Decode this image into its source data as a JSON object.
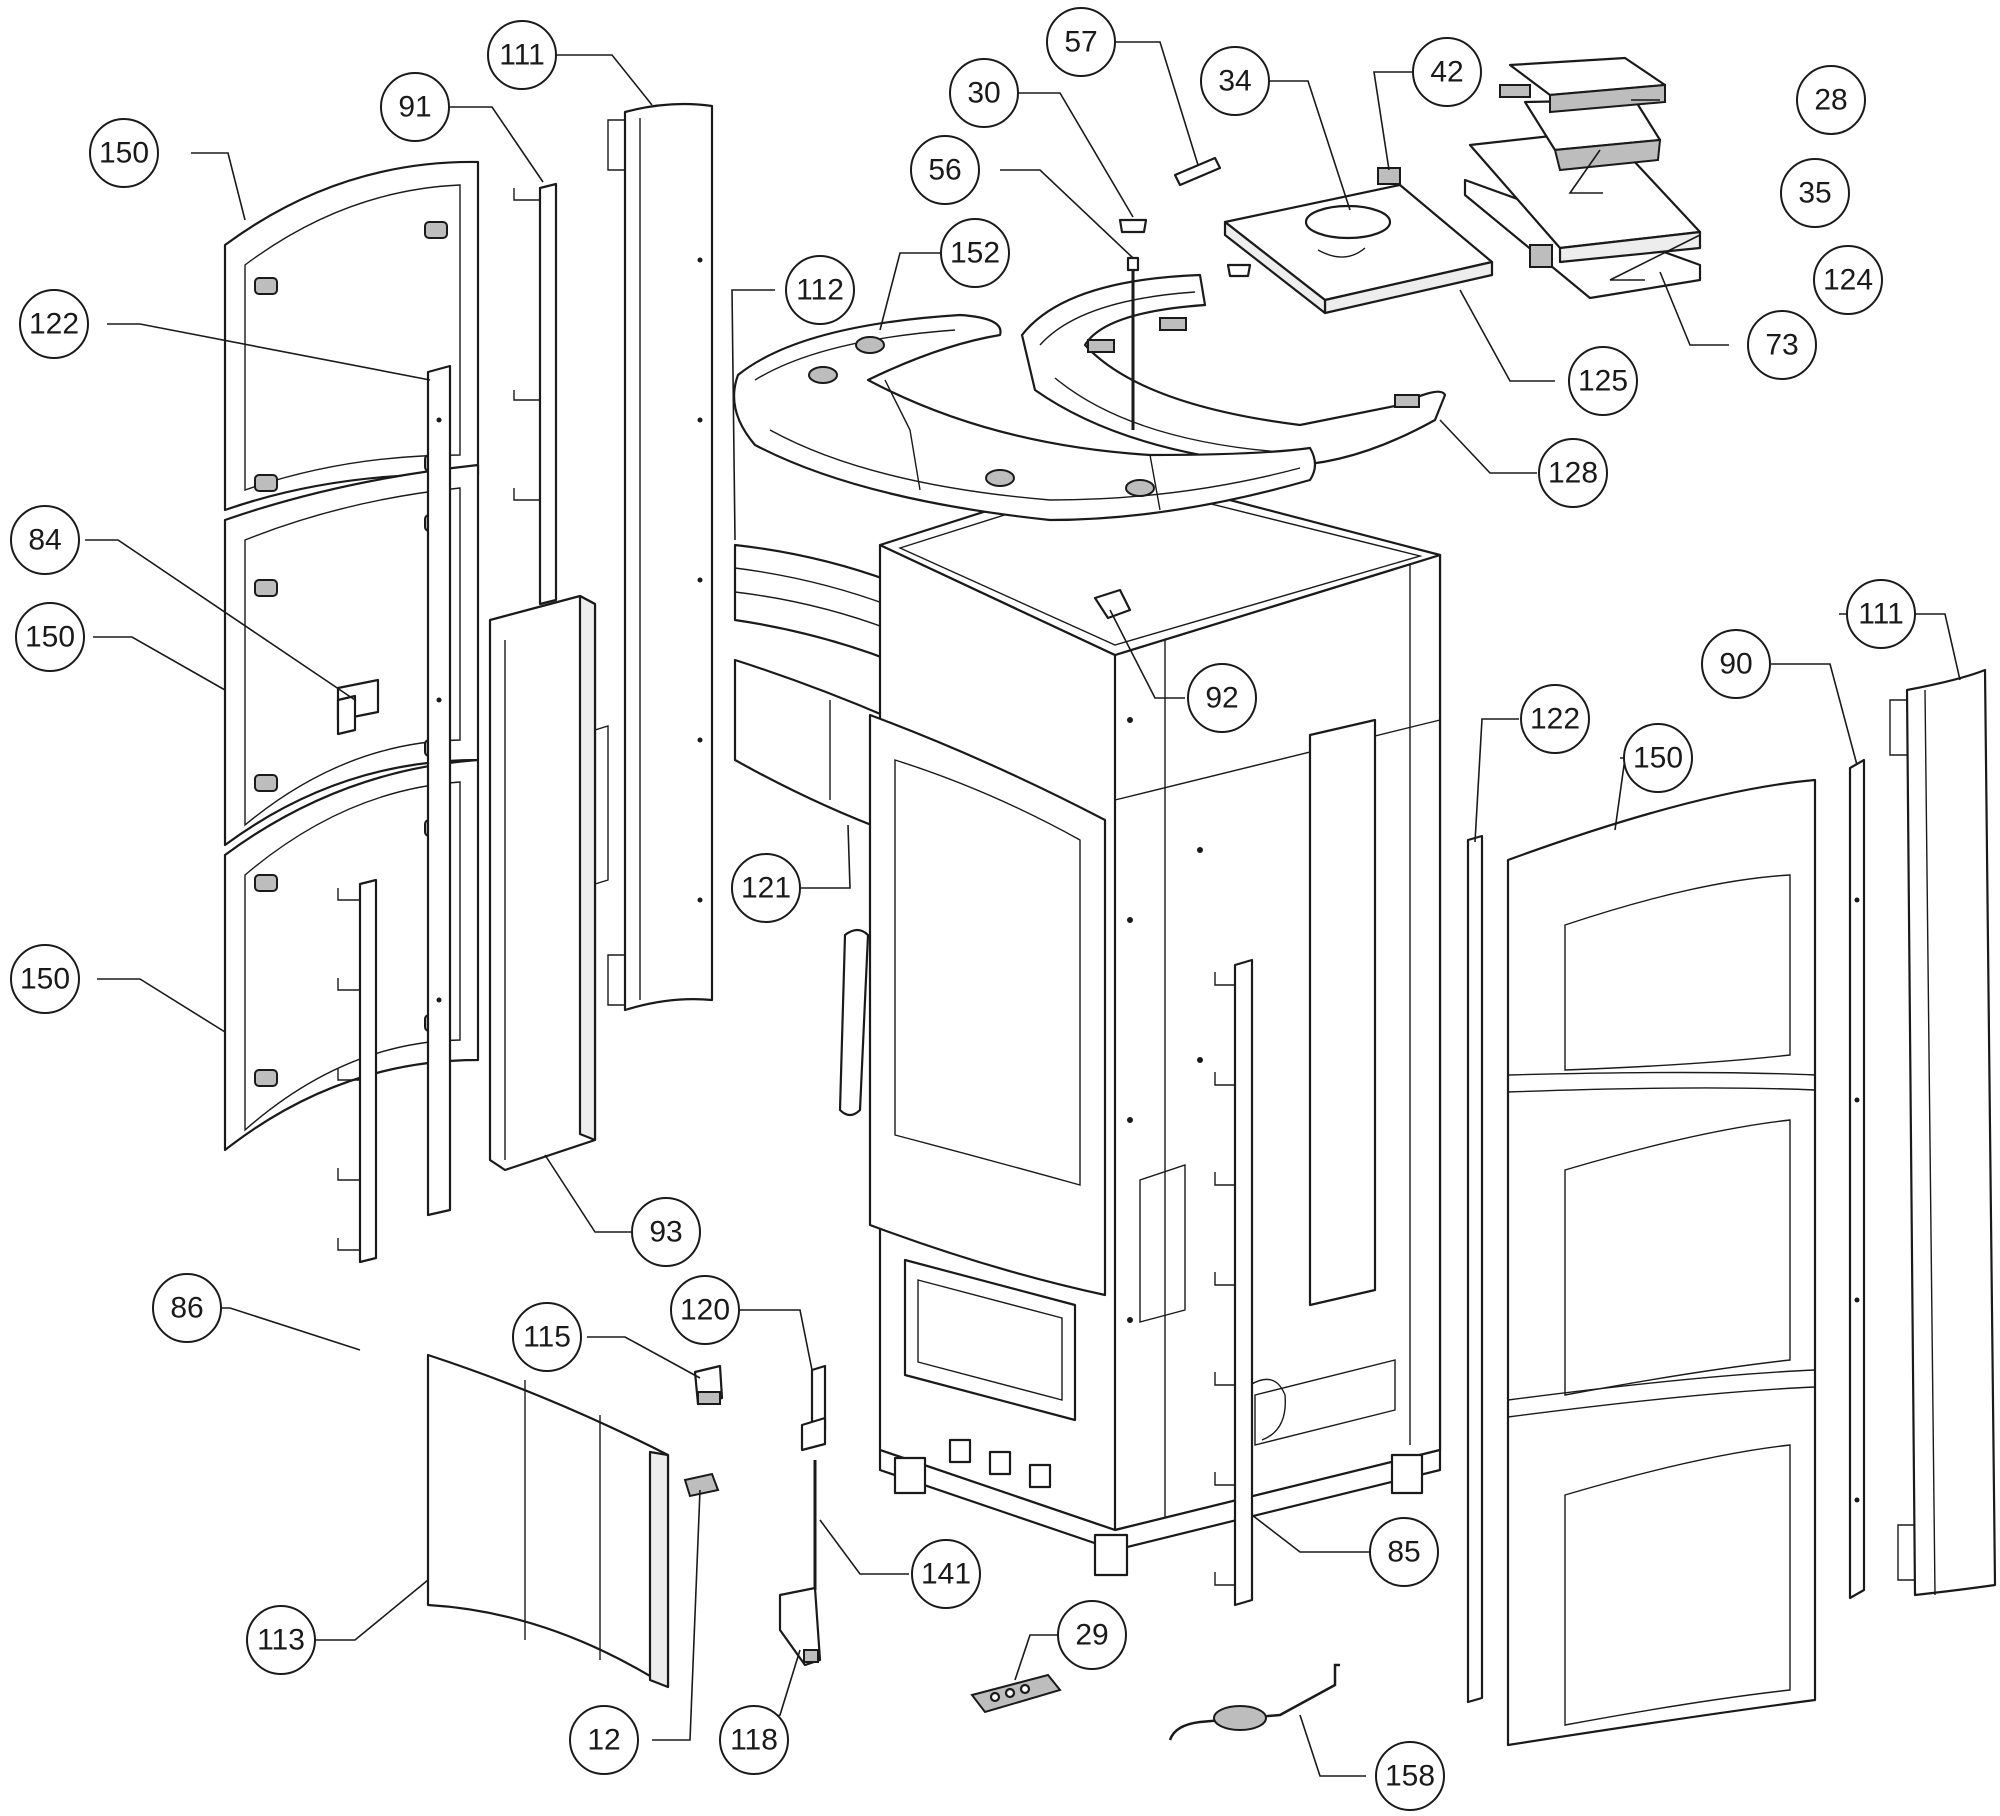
{
  "callouts": [
    {
      "id": "c150a",
      "label": "150"
    },
    {
      "id": "c91",
      "label": "91"
    },
    {
      "id": "c111a",
      "label": "111"
    },
    {
      "id": "c57",
      "label": "57"
    },
    {
      "id": "c30",
      "label": "30"
    },
    {
      "id": "c34",
      "label": "34"
    },
    {
      "id": "c42",
      "label": "42"
    },
    {
      "id": "c28",
      "label": "28"
    },
    {
      "id": "c56",
      "label": "56"
    },
    {
      "id": "c35",
      "label": "35"
    },
    {
      "id": "c152",
      "label": "152"
    },
    {
      "id": "c112",
      "label": "112"
    },
    {
      "id": "c124",
      "label": "124"
    },
    {
      "id": "c122a",
      "label": "122"
    },
    {
      "id": "c73",
      "label": "73"
    },
    {
      "id": "c125",
      "label": "125"
    },
    {
      "id": "c128",
      "label": "128"
    },
    {
      "id": "c84",
      "label": "84"
    },
    {
      "id": "c150b",
      "label": "150"
    },
    {
      "id": "c111b",
      "label": "111"
    },
    {
      "id": "c90",
      "label": "90"
    },
    {
      "id": "c92",
      "label": "92"
    },
    {
      "id": "c122b",
      "label": "122"
    },
    {
      "id": "c150c",
      "label": "150"
    },
    {
      "id": "c121",
      "label": "121"
    },
    {
      "id": "c150d",
      "label": "150"
    },
    {
      "id": "c93",
      "label": "93"
    },
    {
      "id": "c86",
      "label": "86"
    },
    {
      "id": "c120",
      "label": "120"
    },
    {
      "id": "c115",
      "label": "115"
    },
    {
      "id": "c85",
      "label": "85"
    },
    {
      "id": "c141",
      "label": "141"
    },
    {
      "id": "c29",
      "label": "29"
    },
    {
      "id": "c113",
      "label": "113"
    },
    {
      "id": "c12",
      "label": "12"
    },
    {
      "id": "c118",
      "label": "118"
    },
    {
      "id": "c158",
      "label": "158"
    }
  ]
}
